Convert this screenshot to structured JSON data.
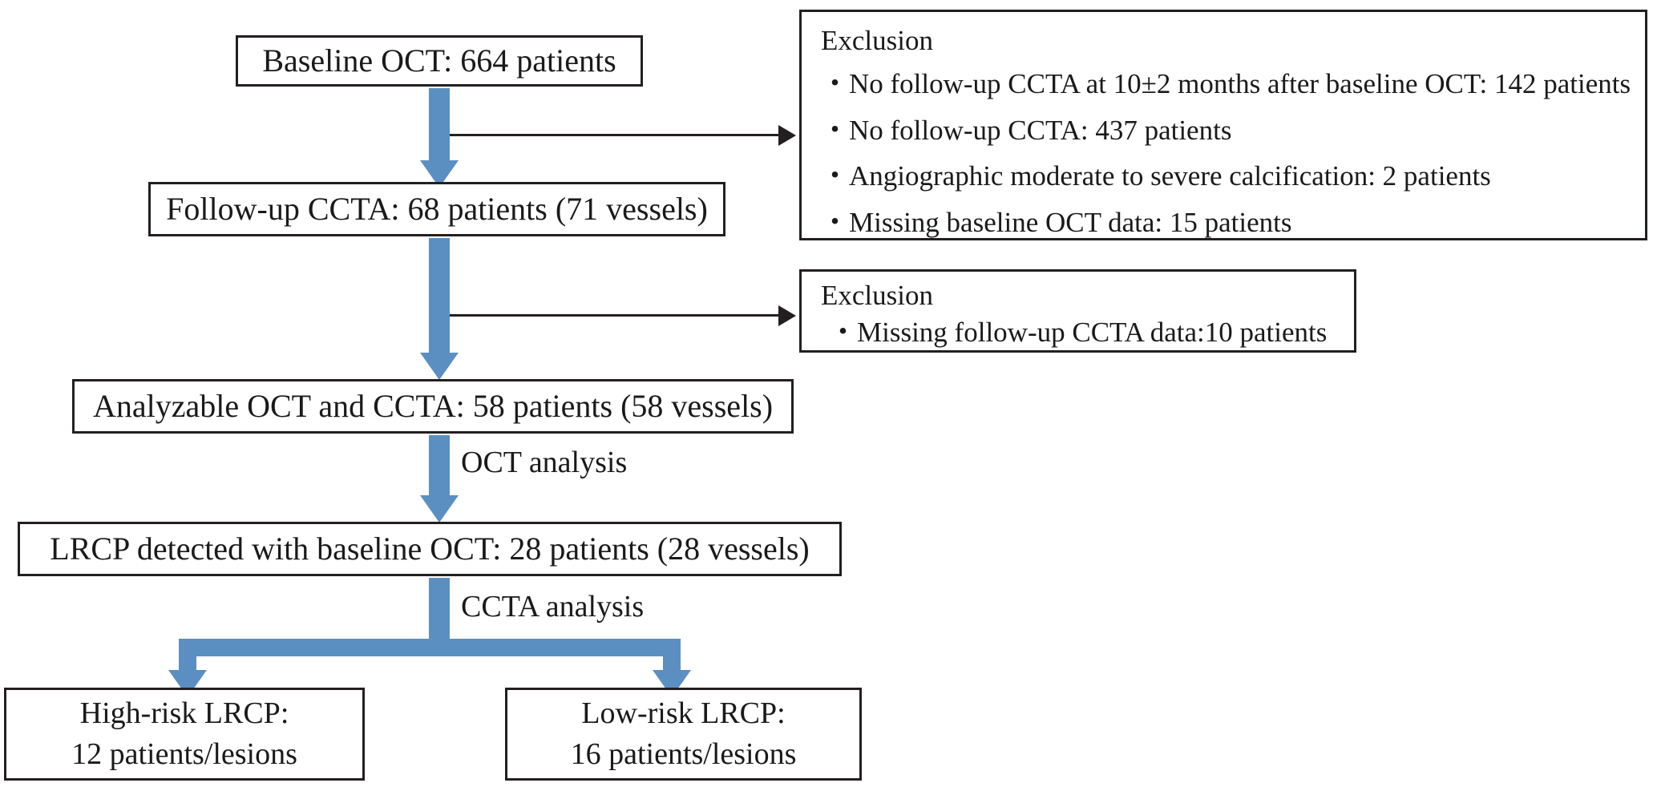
{
  "diagram": {
    "title": "Study flow chart",
    "accent_color": "#5b8fc1",
    "line_color": "#231f20",
    "background": "#ffffff"
  },
  "flow": {
    "baseline": "Baseline OCT: 664 patients",
    "followup": "Follow-up CCTA: 68 patients (71 vessels)",
    "analyzable": "Analyzable OCT and CCTA: 58 patients (58 vessels)",
    "lrcp_detected": "LRCP detected with baseline OCT: 28 patients (28 vessels)",
    "high_risk_line1": "High-risk LRCP:",
    "high_risk_line2": "12 patients/lesions",
    "low_risk_line1": "Low-risk LRCP:",
    "low_risk_line2": "16 patients/lesions"
  },
  "arrow_labels": {
    "oct_analysis": "OCT analysis",
    "ccta_analysis": "CCTA analysis"
  },
  "exclusion_1": {
    "title": "Exclusion",
    "items": [
      "・No follow-up CCTA at 10±2 months after baseline OCT: 142 patients",
      "・No follow-up CCTA: 437 patients",
      "・Angiographic moderate to severe calcification: 2 patients",
      "・Missing baseline OCT data: 15 patients"
    ]
  },
  "exclusion_2": {
    "title": "Exclusion",
    "items": [
      "・Missing follow-up CCTA data:10 patients"
    ]
  }
}
